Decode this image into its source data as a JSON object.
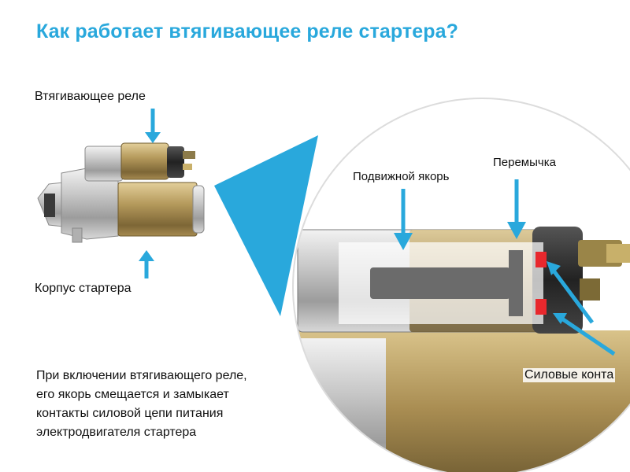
{
  "title": "Как работает втягивающее реле стартера?",
  "labels": {
    "retractor_relay": "Втягивающее реле",
    "starter_housing": "Корпус стартера",
    "movable_armature": "Подвижной якорь",
    "jumper": "Перемычка",
    "power_contacts": "Силовые конта"
  },
  "caption": {
    "line1": "При включении втягивающего реле,",
    "line2": "его якорь смещается и замыкает",
    "line3": "контакты силовой цепи питания",
    "line4": "электродвигателя стартера"
  },
  "colors": {
    "accent": "#29a8dc",
    "arrow": "#29a8dc",
    "contacts": "#e8282d",
    "armature": "#6b6b6b",
    "brass": "#b59a5c"
  },
  "icons": {
    "arrow": "down-arrow-icon",
    "zoom": "zoom-callout"
  }
}
